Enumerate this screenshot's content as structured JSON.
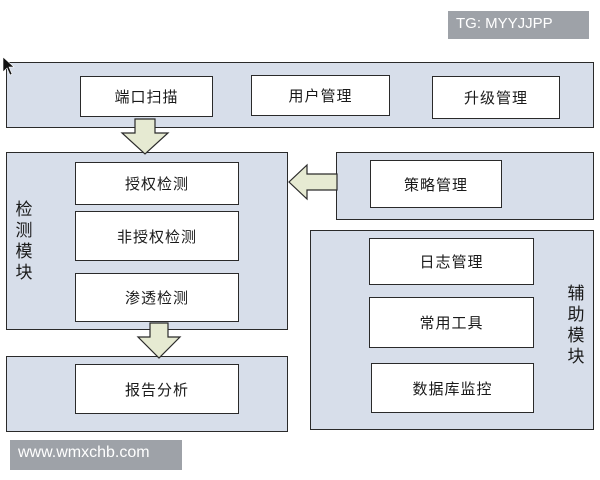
{
  "top_row": {
    "port_scan": "端口扫描",
    "user_mgmt": "用户管理",
    "upgrade_mgmt": "升级管理"
  },
  "detection_module": {
    "label": "检测模块",
    "authorized": "授权检测",
    "unauthorized": "非授权检测",
    "penetration": "渗透检测"
  },
  "policy_mgmt": "策略管理",
  "report": "报告分析",
  "aux_module": {
    "label": "辅助模块",
    "log_mgmt": "日志管理",
    "common_tools": "常用工具",
    "db_monitor": "数据库监控"
  },
  "watermarks": {
    "top": "TG: MYYJJPP",
    "bottom": "www.wmxchb.com"
  },
  "colors": {
    "panel": "#d7deea",
    "arrow_fill": "#e6ead2",
    "watermark_bg": "#9ea2a8"
  }
}
